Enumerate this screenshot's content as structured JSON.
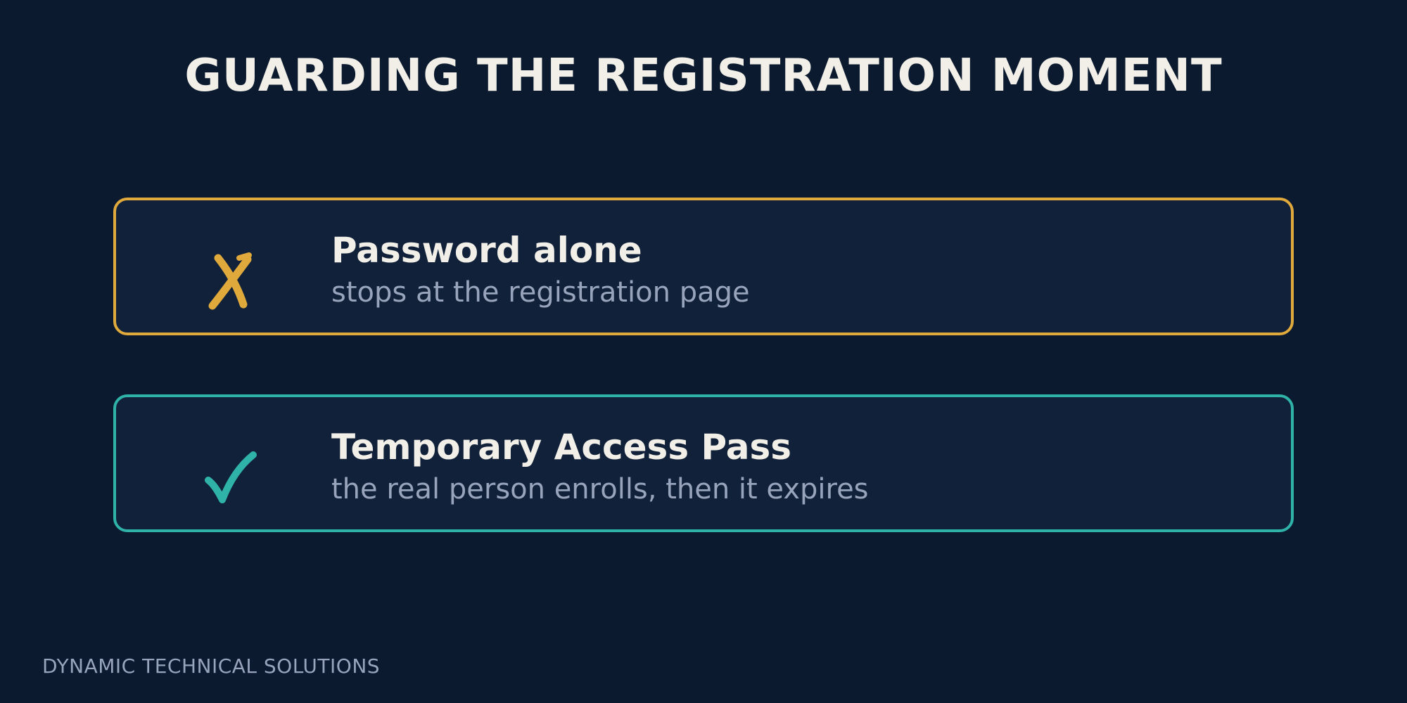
{
  "title": "GUARDING THE REGISTRATION MOMENT",
  "cards": [
    {
      "icon": "cross-mark-icon",
      "heading": "Password alone",
      "subtext": "stops at the registration page",
      "accent_color": "#e0a93b"
    },
    {
      "icon": "check-mark-icon",
      "heading": "Temporary Access Pass",
      "subtext": "the real person enrolls, then it expires",
      "accent_color": "#2fb3a8"
    }
  ],
  "footer": "DYNAMIC TECHNICAL SOLUTIONS"
}
